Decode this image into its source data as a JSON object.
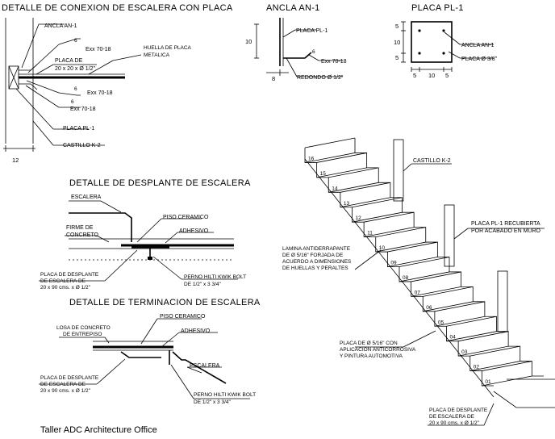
{
  "titles": {
    "conexion": "DETALLE DE CONEXION DE ESCALERA CON PLACA",
    "ancla": "ANCLA AN-1",
    "placa": "PLACA PL-1",
    "desplante": "DETALLE DE DESPLANTE DE ESCALERA",
    "terminacion": "DETALLE DE TERMINACION DE ESCALERA"
  },
  "conexion_labels": {
    "ancla": "ANCLA AN-1",
    "placa_de_1": "PLACA DE",
    "placa_de_2": "20 x 20 x Ø 1/2\"",
    "huella_1": "HUELLA DE PLACA",
    "huella_2": "METALICA",
    "exx1": "Exx 70-18",
    "exx2": "Exx 70-18",
    "exx3": "Exx 70-18",
    "w6a": "6",
    "w6b": "6",
    "w6c": "6",
    "placa_pl": "PLACA PL-1",
    "castillo": "CASTILLO K-2",
    "dim12": "12"
  },
  "ancla_labels": {
    "placa": "PLACA PL-1",
    "exx": "Exx 70-18",
    "redondo": "REDONDO Ø 1/2\"",
    "d10": "10",
    "d8": "8",
    "w6": "6"
  },
  "placa_labels": {
    "ancla": "ANCLA AN-1",
    "placa": "PLACA Ø 3/8\"",
    "d5a": "5",
    "d10": "10",
    "d5b": "5",
    "b5a": "5",
    "b10": "10",
    "b5b": "5"
  },
  "desplante_labels": {
    "escalera": "ESCALERA",
    "firme_1": "FIRME DE",
    "firme_2": "CONCRETO",
    "piso": "PISO CERAMICO",
    "adhesivo": "ADHESIVO",
    "placa_1": "PLACA DE DESPLANTE",
    "placa_2": "DE ESCALERA DE",
    "placa_3": "20 x 90 cms. x Ø 1/2\"",
    "perno_1": "PERNO HILTI KWIK BOLT",
    "perno_2": "DE 1/2\" x 3 3/4\""
  },
  "terminacion_labels": {
    "losa_1": "LOSA DE CONCRETO",
    "losa_2": "DE ENTREPISO",
    "piso": "PISO CERAMICO",
    "adhesivo": "ADHESIVO",
    "escalera": "ESCALERA",
    "placa_1": "PLACA DE DESPLANTE",
    "placa_2": "DE ESCALERA DE",
    "placa_3": "20 x 90 cms. x Ø 1/2\"",
    "perno_1": "PERNO HILTI KWIK BOLT",
    "perno_2": "DE 1/2\" x 3 3/4\""
  },
  "stair_labels": {
    "castillo": "CASTILLO K-2",
    "pl_1": "PLACA PL-1 RECUBIERTA",
    "pl_2": "POR ACABADO EN MURO",
    "lam_1": "LAMINA ANTIDERRAPANTE",
    "lam_2": "DE Ø 5/16\" FORJADA DE",
    "lam_3": "ACUERDO A DIMENSIONES",
    "lam_4": "DE HUELLAS Y PERALTES",
    "pl516_1": "PLACA DE Ø 5/16\" CON",
    "pl516_2": "APLICACION ANTICORROSIVA",
    "pl516_3": "Y PINTURA AUTOMOTIVA",
    "pd_1": "PLACA DE DESPLANTE",
    "pd_2": "DE ESCALERA DE",
    "pd_3": "20 x 90 cms. x Ø 1/2\"",
    "steps": [
      "16",
      "15",
      "14",
      "13",
      "12",
      "11",
      "10",
      "09",
      "08",
      "07",
      "06",
      "05",
      "04",
      "03",
      "02",
      "01"
    ]
  },
  "footer": "Taller ADC Architecture Office"
}
